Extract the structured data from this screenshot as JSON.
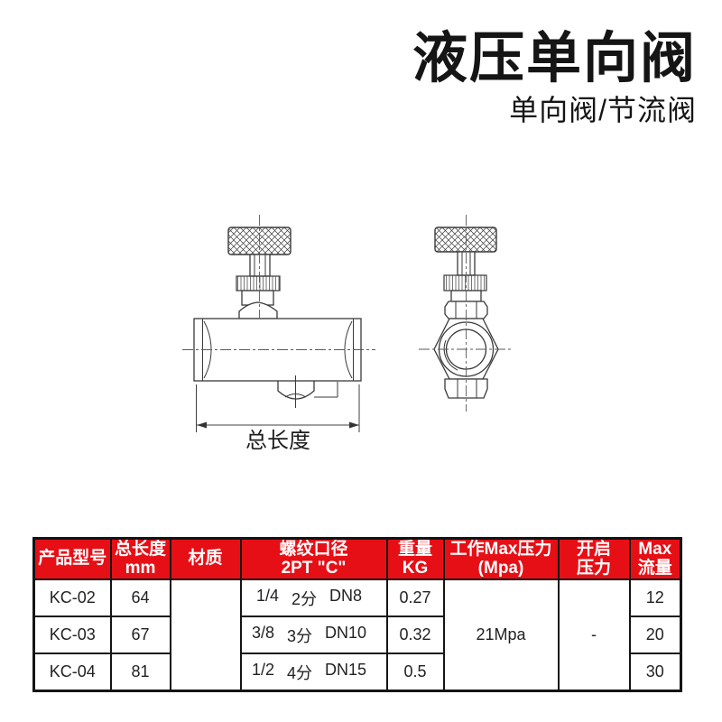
{
  "title": "液压单向阀",
  "subtitle": "单向阀/节流阀",
  "colors": {
    "header_bg": "#e60f16",
    "header_text": "#ffffff",
    "line": "#3a3a3a",
    "border": "#141414"
  },
  "diagram": {
    "dimension_label": "总长度",
    "views": [
      "side-view-with-knob",
      "front-view-hex-body"
    ]
  },
  "table": {
    "columns": [
      {
        "lines": [
          "产品型号"
        ]
      },
      {
        "lines": [
          "总长度",
          "mm"
        ]
      },
      {
        "lines": [
          "材质"
        ]
      },
      {
        "lines": [
          "螺纹口径",
          "2PT \"C\""
        ]
      },
      {
        "lines": [
          "重量",
          "KG"
        ]
      },
      {
        "lines": [
          "工作Max压力",
          "(Mpa)"
        ]
      },
      {
        "lines": [
          "开启",
          "压力"
        ]
      },
      {
        "lines": [
          "Max",
          "流量"
        ]
      }
    ],
    "rows": [
      {
        "model": "KC-02",
        "length_mm": "64",
        "thread": [
          "1/4",
          "2分",
          "DN8"
        ],
        "weight_kg": "0.27",
        "max_flow": "12"
      },
      {
        "model": "KC-03",
        "length_mm": "67",
        "thread": [
          "3/8",
          "3分",
          "DN10"
        ],
        "weight_kg": "0.32",
        "max_flow": "20"
      },
      {
        "model": "KC-04",
        "length_mm": "81",
        "thread": [
          "1/2",
          "4分",
          "DN15"
        ],
        "weight_kg": "0.5",
        "max_flow": "30"
      }
    ],
    "merged": {
      "material": "",
      "working_max_pressure": "21Mpa",
      "opening_pressure": "-"
    }
  }
}
